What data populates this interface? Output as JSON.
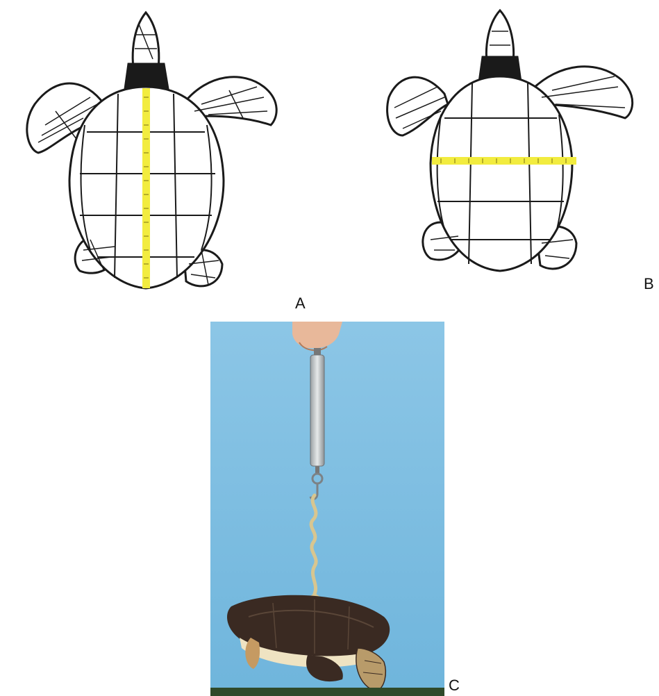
{
  "figure": {
    "panels": [
      {
        "label": "A",
        "depicts": "turtle-drawing",
        "measure_line": "vertical"
      },
      {
        "label": "B",
        "depicts": "turtle-drawing",
        "measure_line": "horizontal"
      },
      {
        "label": "C",
        "depicts": "turtle-weighing-photo"
      }
    ]
  },
  "colors": {
    "measure_tape": "#f2ec3f",
    "ink": "#1a1a1a",
    "photo_background": "#8cc6e6",
    "turtle_shell": "#3a2a22",
    "rope": "#d8c690"
  },
  "icons": [
    "hand-icon",
    "spring-scale-icon",
    "hook-icon",
    "rope-icon",
    "turtle-icon"
  ]
}
